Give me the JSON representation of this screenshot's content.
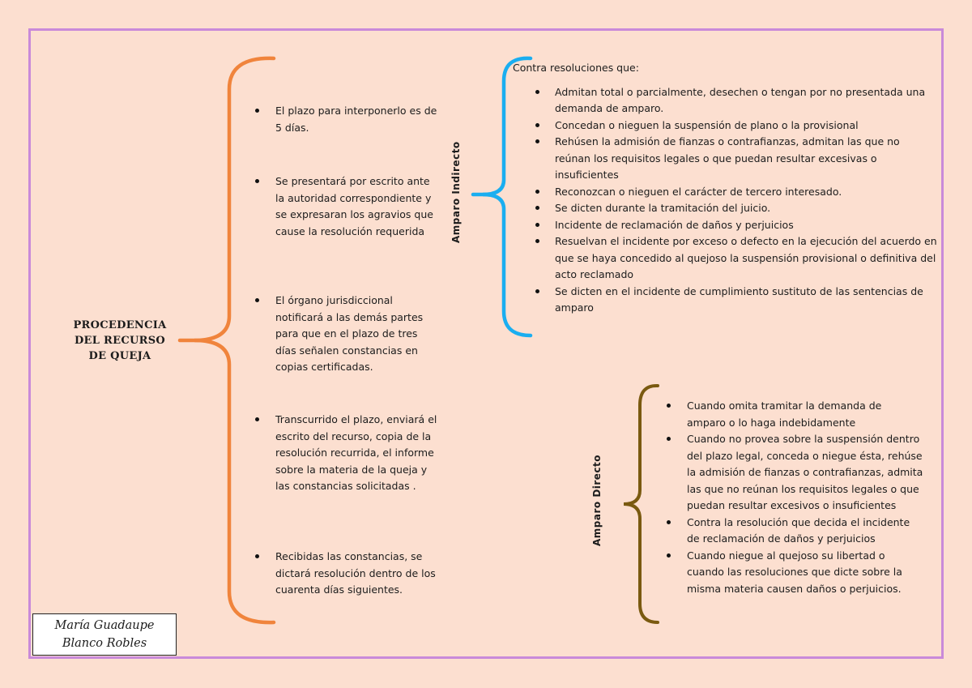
{
  "title": "PROCEDENCIA DEL RECURSO DE QUEJA",
  "title_lines": [
    "PROCEDENCIA",
    "DEL RECURSO",
    "DE QUEJA"
  ],
  "steps": [
    "El plazo para interponerlo es de 5 días.",
    "Se presentará por escrito ante la autoridad correspondiente y se expresaran los agravios que cause la resolución requerida",
    "El órgano jurisdiccional notificará a las demás partes para que  en el plazo de tres días señalen constancias en copias certificadas.",
    "Transcurrido el plazo, enviará el escrito del recurso, copia de la resolución recurrida, el informe sobre la materia de la queja y las constancias solicitadas .",
    "Recibidas las constancias, se dictará resolución dentro de los cuarenta días siguientes."
  ],
  "amparo_indirecto": {
    "label": "Amparo Indirecto",
    "intro": "Contra resoluciones que:",
    "items": [
      "Admitan total o parcialmente, desechen o tengan por no presentada una demanda de amparo.",
      "Concedan o nieguen la suspensión de plano o la provisional",
      "Rehúsen la admisión de fianzas o contrafianzas, admitan las que no reúnan los requisitos legales o que puedan resultar excesivas o insuficientes",
      "Reconozcan o nieguen el carácter de tercero interesado.",
      "Se dicten durante la tramitación del juicio.",
      "Incidente de reclamación de daños y perjuicios",
      "Resuelvan el incidente por exceso o defecto en la ejecución del acuerdo en que se haya concedido al quejoso la suspensión provisional o definitiva del acto reclamado",
      "Se dicten en el incidente de cumplimiento sustituto de las sentencias de amparo"
    ]
  },
  "amparo_directo": {
    "label": "Amparo Directo",
    "items": [
      "Cuando omita tramitar la demanda de amparo o lo haga indebidamente",
      "Cuando no provea sobre la suspensión dentro del plazo legal, conceda o niegue ésta, rehúse la admisión de fianzas o contrafianzas, admita las que no reúnan los requisitos legales o que puedan resultar excesivos o insuficientes",
      "Contra la resolución que decida el incidente de reclamación de daños y perjuicios",
      "Cuando niegue al quejoso su libertad o cuando las resoluciones que dicte sobre la misma materia causen daños o perjuicios."
    ]
  },
  "author": [
    "María Guadaupe",
    "Blanco Robles"
  ],
  "colors": {
    "background": "#fcdfd0",
    "frame": "#c98ad9",
    "main_brace": "#f0843c",
    "indirect_brace": "#1aaef0",
    "direct_brace": "#7a5a10"
  }
}
